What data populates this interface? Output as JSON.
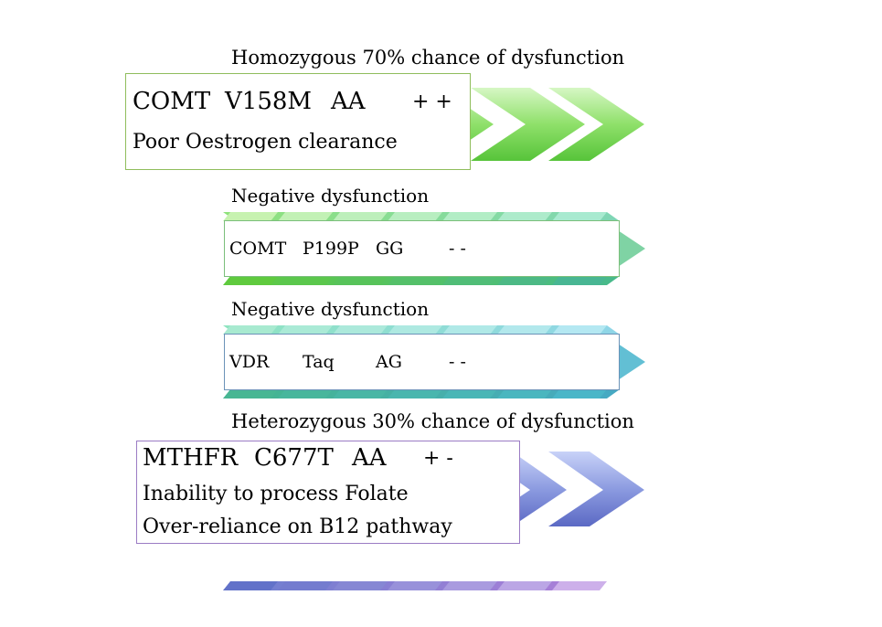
{
  "colors": {
    "green_light": "#c7f2b0",
    "green_dark": "#5fca3e",
    "teal_light": "#a8ead0",
    "teal_dark": "#48b693",
    "cyan_light": "#b4e8f2",
    "cyan_dark": "#4ab6c8",
    "blue_light": "#bcc8f4",
    "blue_dark": "#6272c9",
    "purple_light": "#cdb0ea",
    "purple_dark": "#8e6cc4",
    "box1_border": "#8fbd5c",
    "box2_border": "#7bbf7b",
    "box3_border": "#6b93b8",
    "box4_border": "#9b7cc4"
  },
  "rows": [
    {
      "heading": "Homozygous 70% chance of dysfunction",
      "gene": "COMT",
      "variant": "V158M",
      "genotype": "AA",
      "sign": "+ +",
      "note_1": "Poor Oestrogen clearance"
    },
    {
      "heading": "Negative dysfunction",
      "gene": "COMT",
      "variant": "P199P",
      "genotype": "GG",
      "sign": "- -"
    },
    {
      "heading": "Negative dysfunction",
      "gene": "VDR",
      "variant": "Taq",
      "genotype": "AG",
      "sign": "- -"
    },
    {
      "heading": "Heterozygous 30% chance of dysfunction",
      "gene": "MTHFR",
      "variant": "C677T",
      "genotype": "AA",
      "sign": "+ -",
      "note_1": "Inability to process Folate",
      "note_2": "Over-reliance on B12 pathway"
    }
  ]
}
